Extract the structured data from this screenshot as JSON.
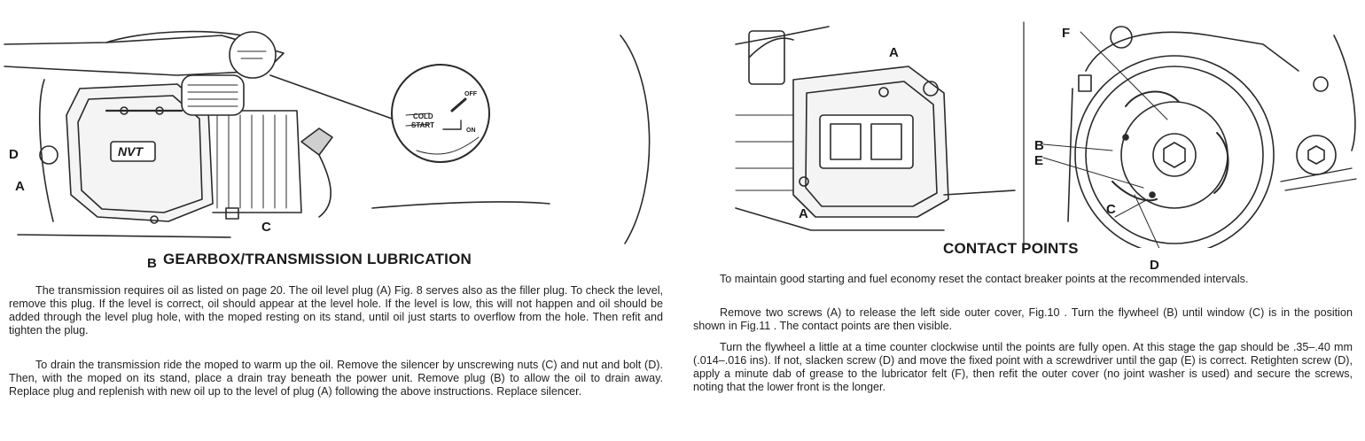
{
  "left_page": {
    "figure_labels": {
      "D": "D",
      "A": "A",
      "B": "B",
      "C": "C"
    },
    "badge_text": "NVT",
    "inset_labels": {
      "cold": "COLD",
      "start": "START",
      "off": "OFF",
      "on": "ON"
    },
    "heading": "GEARBOX/TRANSMISSION LUBRICATION",
    "paragraphs": [
      "The transmission requires oil as listed on page 20. The oil level plug (A) Fig. 8 serves also as the filler plug. To check the level, remove this plug. If the level is correct, oil should appear at the level hole. If the level is low, this will not happen and oil should be added through the level plug hole, with the moped resting on its stand, until oil just starts to overflow from the hole. Then refit and tighten the plug.",
      "To drain the transmission ride the moped to warm up the oil. Remove the silencer by unscrewing nuts (C) and nut and bolt (D). Then, with the moped on its stand, place a drain tray beneath the power unit. Remove plug (B) to allow the oil to drain away. Replace plug and replenish with new oil up to the level of plug (A) following the above instructions. Replace silencer."
    ]
  },
  "right_page": {
    "figure_labels": {
      "A_top": "A",
      "A_bottom": "A",
      "F": "F",
      "B": "B",
      "E": "E",
      "C": "C",
      "D": "D"
    },
    "heading": "CONTACT POINTS",
    "paragraphs": [
      "To maintain good starting and fuel economy reset the contact breaker points at the recommended intervals.",
      "Remove two screws (A) to release the left side outer cover, Fig.10 . Turn the flywheel (B) until window (C) is in the position shown in Fig.11 . The contact points are then visible.",
      "Turn the flywheel a little at a time counter clockwise until the points are fully open. At this stage the gap should be .35–.40 mm (.014–.016 ins). If not, slacken screw (D) and move the fixed point with a screwdriver until the gap (E) is correct. Retighten screw (D), apply a minute dab of grease to the lubricator felt (F), then refit the outer cover (no joint washer is used) and secure the screws, noting that the lower front is the longer."
    ]
  }
}
